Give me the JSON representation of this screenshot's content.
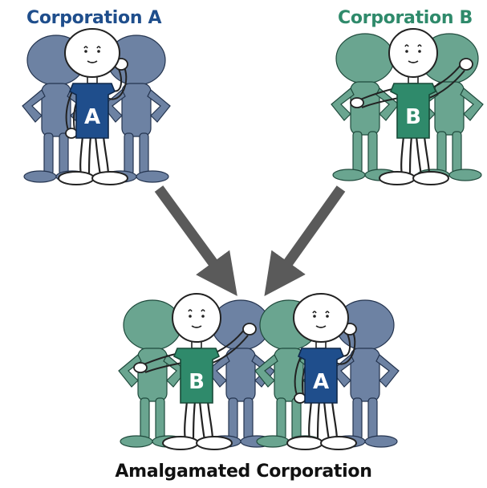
{
  "labels": {
    "corporation_a": "Corporation A",
    "corporation_b": "Corporation B",
    "merged": "Amalgamated Corporation"
  },
  "shirt_letters": {
    "a": "A",
    "b": "B"
  },
  "colors": {
    "corp_a_accent": "#1f4e8c",
    "corp_a_shadow": "#6d82a3",
    "corp_b_accent": "#2f8a6b",
    "corp_b_shadow": "#6aa590",
    "arrow": "#5a5a5a",
    "text_dark": "#111111"
  }
}
